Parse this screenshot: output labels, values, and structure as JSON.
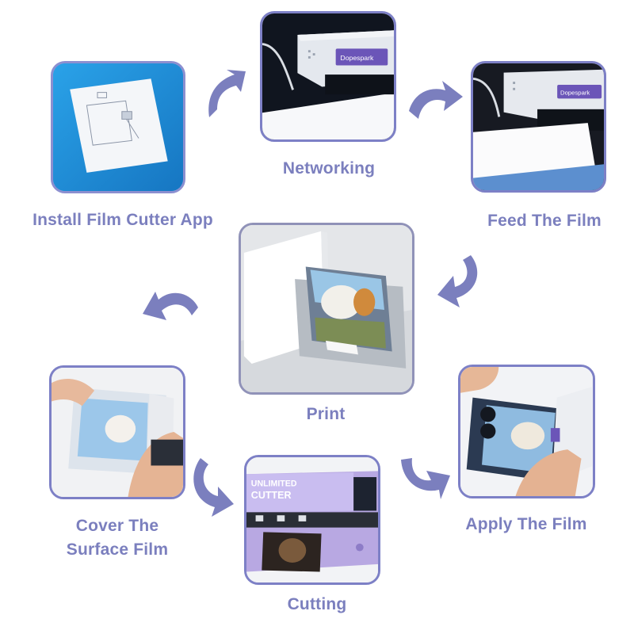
{
  "accent_color": "#7b7fbe",
  "steps": {
    "install": {
      "label": "Install Film Cutter App",
      "icon": "film-cutter-app-icon"
    },
    "networking": {
      "label": "Networking",
      "brand": "Dopespark"
    },
    "feed": {
      "label": "Feed The Film",
      "brand": "Dopespark"
    },
    "print": {
      "label": "Print"
    },
    "apply": {
      "label": "Apply The Film"
    },
    "cutting": {
      "label": "Cutting",
      "machine_text_1": "UNLIMITED",
      "machine_text_2": "CUTTER"
    },
    "cover": {
      "label_line1": "Cover The",
      "label_line2": "Surface Film"
    }
  }
}
